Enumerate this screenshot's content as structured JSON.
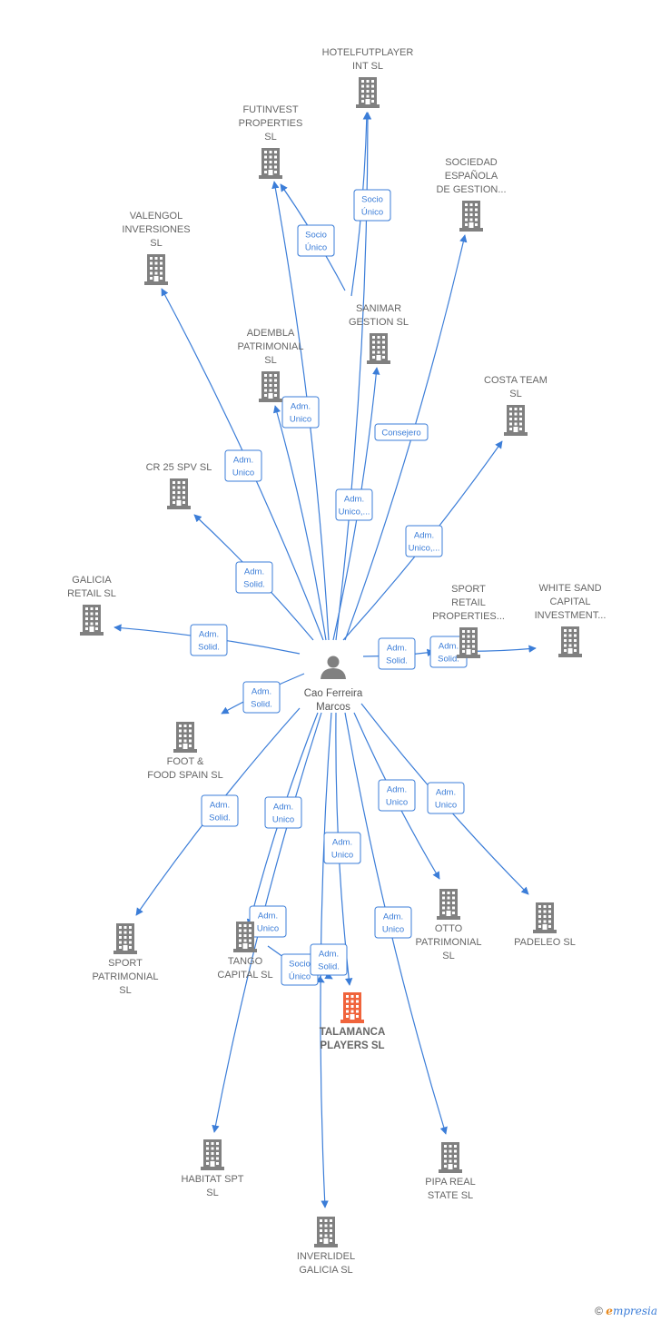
{
  "colors": {
    "edge": "#3b7dd8",
    "building": "#808080",
    "main_building": "#f0643c",
    "person": "#808080"
  },
  "person": {
    "name_lines": [
      "Cao Ferreira",
      "Marcos"
    ],
    "icon": "person-icon"
  },
  "companies": [
    {
      "id": "hotelfutplayer",
      "lines": [
        "HOTELFUTPLAYER",
        "INT  SL"
      ],
      "main": false
    },
    {
      "id": "futinvest",
      "lines": [
        "FUTINVEST",
        "PROPERTIES",
        "SL"
      ],
      "main": false
    },
    {
      "id": "sociedad",
      "lines": [
        "SOCIEDAD",
        "ESPAÑOLA",
        "DE GESTION..."
      ],
      "main": false
    },
    {
      "id": "valengol",
      "lines": [
        "VALENGOL",
        "INVERSIONES",
        "SL"
      ],
      "main": false
    },
    {
      "id": "sanimar",
      "lines": [
        "SANIMAR",
        "GESTION  SL"
      ],
      "main": false
    },
    {
      "id": "adembla",
      "lines": [
        "ADEMBLA",
        "PATRIMONIAL",
        "SL"
      ],
      "main": false
    },
    {
      "id": "costateam",
      "lines": [
        "COSTA TEAM",
        "SL"
      ],
      "main": false
    },
    {
      "id": "cr25",
      "lines": [
        "CR 25 SPV  SL"
      ],
      "main": false
    },
    {
      "id": "galicia",
      "lines": [
        "GALICIA",
        "RETAIL  SL"
      ],
      "main": false
    },
    {
      "id": "sportretail",
      "lines": [
        "SPORT",
        "RETAIL",
        "PROPERTIES..."
      ],
      "main": false
    },
    {
      "id": "whitesand",
      "lines": [
        "WHITE SAND",
        "CAPITAL",
        "INVESTMENT..."
      ],
      "main": false
    },
    {
      "id": "foodfood",
      "lines": [
        "FOOT &",
        "FOOD SPAIN  SL"
      ],
      "main": false
    },
    {
      "id": "sportpat",
      "lines": [
        "SPORT",
        "PATRIMONIAL",
        "SL"
      ],
      "main": false
    },
    {
      "id": "tango",
      "lines": [
        "TANGO",
        "CAPITAL  SL"
      ],
      "main": false
    },
    {
      "id": "talamanca",
      "lines": [
        "TALAMANCA",
        "PLAYERS  SL"
      ],
      "main": true
    },
    {
      "id": "otto",
      "lines": [
        "OTTO",
        "PATRIMONIAL",
        "SL"
      ],
      "main": false
    },
    {
      "id": "padeleo",
      "lines": [
        "PADELEO  SL"
      ],
      "main": false
    },
    {
      "id": "habitat",
      "lines": [
        "HABITAT SPT",
        "SL"
      ],
      "main": false
    },
    {
      "id": "pipa",
      "lines": [
        "PIPA REAL",
        "STATE  SL"
      ],
      "main": false
    },
    {
      "id": "inverlidel",
      "lines": [
        "INVERLIDEL",
        "GALICIA  SL"
      ],
      "main": false
    }
  ],
  "edges": [
    {
      "from": "person",
      "to": "hotelfutplayer",
      "label": [
        "Adm.",
        "Unico"
      ]
    },
    {
      "from": "sanimar",
      "to": "hotelfutplayer",
      "label": [
        "Socio",
        "Único"
      ]
    },
    {
      "from": "person",
      "to": "futinvest",
      "label": [
        "Adm.",
        "Unico"
      ]
    },
    {
      "from": "sanimar",
      "to": "futinvest",
      "label": [
        "Socio",
        "Único"
      ]
    },
    {
      "from": "person",
      "to": "sociedad",
      "label": [
        "Consejero"
      ]
    },
    {
      "from": "person",
      "to": "valengol",
      "label": [
        "Adm.",
        "Unico"
      ]
    },
    {
      "from": "person",
      "to": "sanimar",
      "label": [
        "Adm.",
        "Unico,..."
      ]
    },
    {
      "from": "person",
      "to": "adembla",
      "label": [
        "Adm.",
        "Unico"
      ]
    },
    {
      "from": "person",
      "to": "costateam",
      "label": [
        "Adm.",
        "Unico,..."
      ]
    },
    {
      "from": "person",
      "to": "cr25",
      "label": [
        "Adm.",
        "Solid."
      ]
    },
    {
      "from": "person",
      "to": "galicia",
      "label": [
        "Adm.",
        "Solid."
      ]
    },
    {
      "from": "person",
      "to": "sportretail",
      "label": [
        "Adm.",
        "Solid."
      ]
    },
    {
      "from": "person",
      "to": "whitesand",
      "label": [
        "Adm.",
        "Solid."
      ]
    },
    {
      "from": "person",
      "to": "foodfood",
      "label": [
        "Adm.",
        "Solid."
      ]
    },
    {
      "from": "person",
      "to": "sportpat",
      "label": [
        "Adm.",
        "Solid."
      ]
    },
    {
      "from": "person",
      "to": "tango",
      "label": [
        "Adm.",
        "Unico"
      ]
    },
    {
      "from": "person",
      "to": "talamanca",
      "label": [
        "Adm.",
        "Unico"
      ]
    },
    {
      "from": "tango",
      "to": "talamanca",
      "label": [
        "Socio",
        "Único"
      ]
    },
    {
      "from": "tango",
      "to": "talamanca",
      "label": [
        "Adm.",
        "Solid."
      ]
    },
    {
      "from": "person",
      "to": "otto",
      "label": [
        "Adm.",
        "Unico"
      ]
    },
    {
      "from": "person",
      "to": "padeleo",
      "label": [
        "Adm.",
        "Unico"
      ]
    },
    {
      "from": "person",
      "to": "habitat",
      "label": [
        "Adm.",
        "Unico"
      ]
    },
    {
      "from": "person",
      "to": "pipa",
      "label": [
        "Adm.",
        "Unico"
      ]
    },
    {
      "from": "person",
      "to": "inverlidel",
      "label": [
        "Adm.",
        "Unico"
      ]
    }
  ],
  "footer": {
    "copyright": "©",
    "brand_initial": "e",
    "brand_rest": "mpresia"
  }
}
